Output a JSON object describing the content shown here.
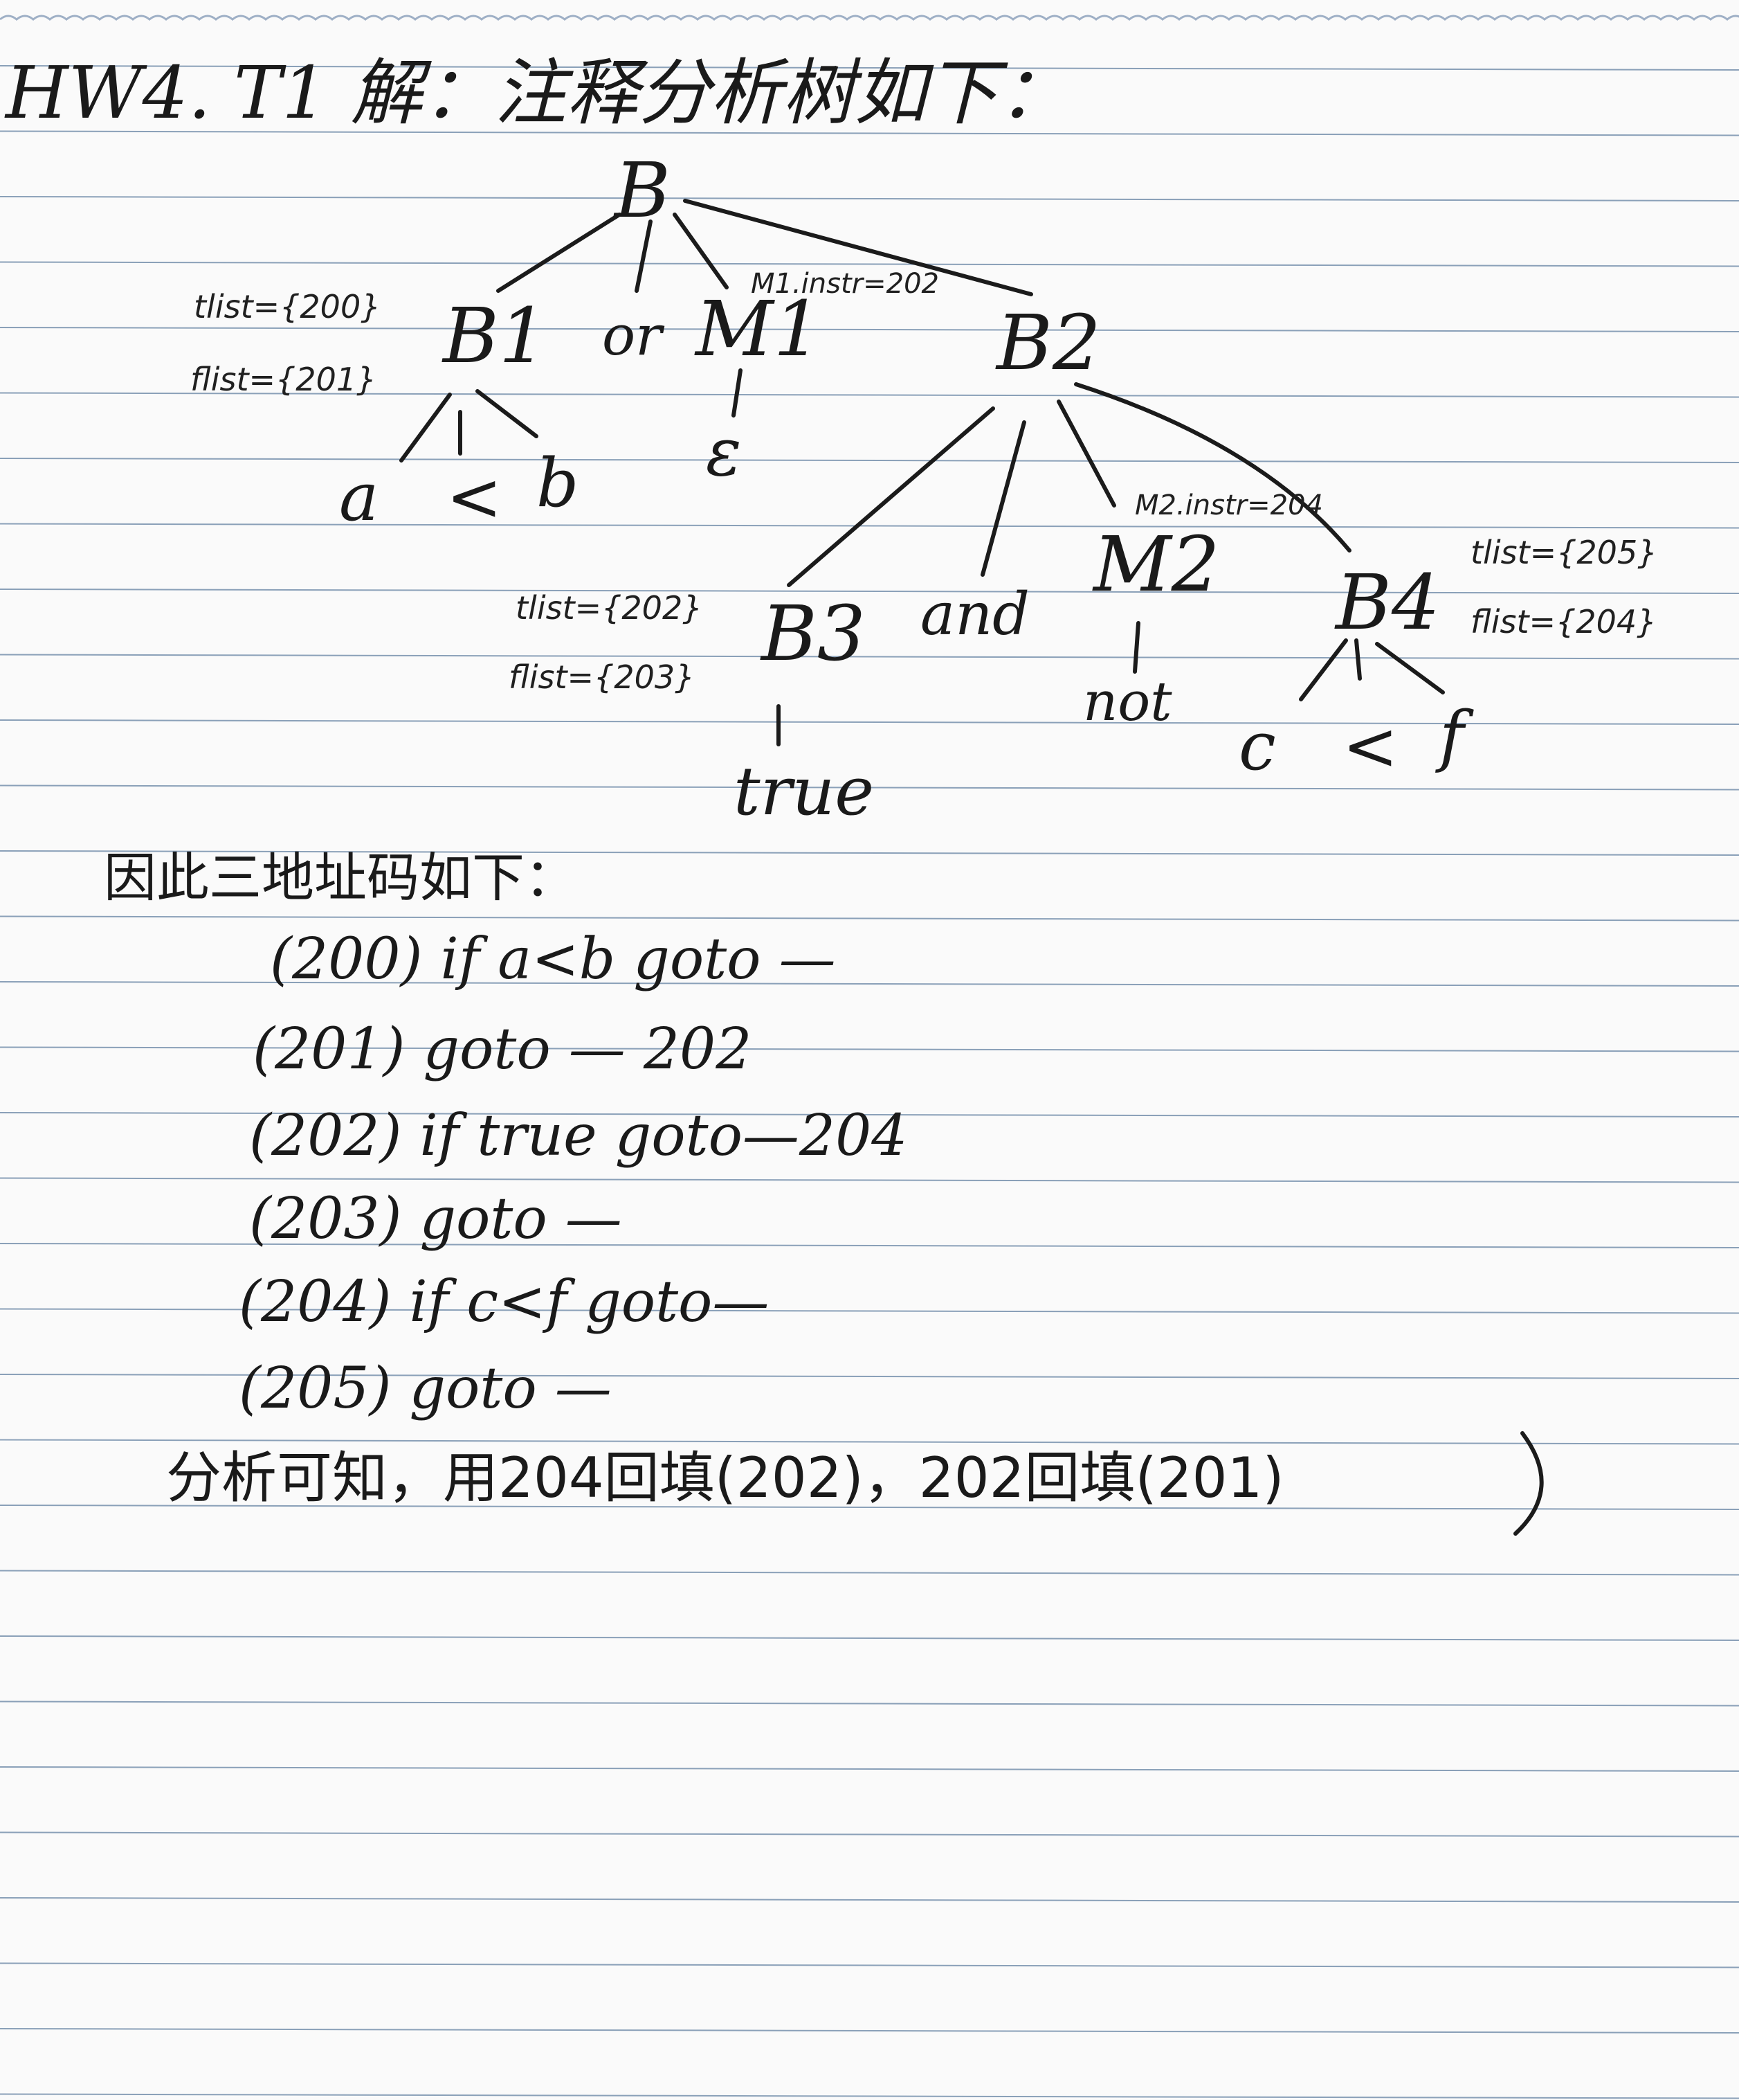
{
  "page": {
    "paper_color": "#fafafa",
    "rule_color": "#8aa0b8",
    "ink_color": "#1a1a1a"
  },
  "header": {
    "title": "HW4. T1 解：注释分析树如下："
  },
  "tree": {
    "root": "B",
    "b1": "B1",
    "or": "or",
    "m1": "M1",
    "b2": "B2",
    "b1_children": {
      "a": "a",
      "lt": "<",
      "b": "b"
    },
    "m1_child": "ε",
    "b3": "B3",
    "and": "and",
    "m2": "M2",
    "b4": "B4",
    "b3_child": "true",
    "m2_child": "not",
    "b4_children": {
      "c": "c",
      "lt": "<",
      "f": "f"
    },
    "annotations": {
      "b1_tlist": "tlist={200}",
      "b1_flist": "flist={201}",
      "m1_instr": "M1.instr=202",
      "m2_instr": "M2.instr=204",
      "b3_tlist": "tlist={202}",
      "b3_flist": "flist={203}",
      "b4_tlist": "tlist={205}",
      "b4_flist": "flist={204}"
    }
  },
  "code": {
    "intro": "因此三地址码如下：",
    "lines": [
      "(200) if a<b goto —",
      "(201) goto — 202",
      "(202) if true goto—204",
      "(203) goto —",
      "(204) if c<f goto—",
      "(205) goto —"
    ]
  },
  "conclusion": "分析可知，用204回填(202)，202回填(201)"
}
